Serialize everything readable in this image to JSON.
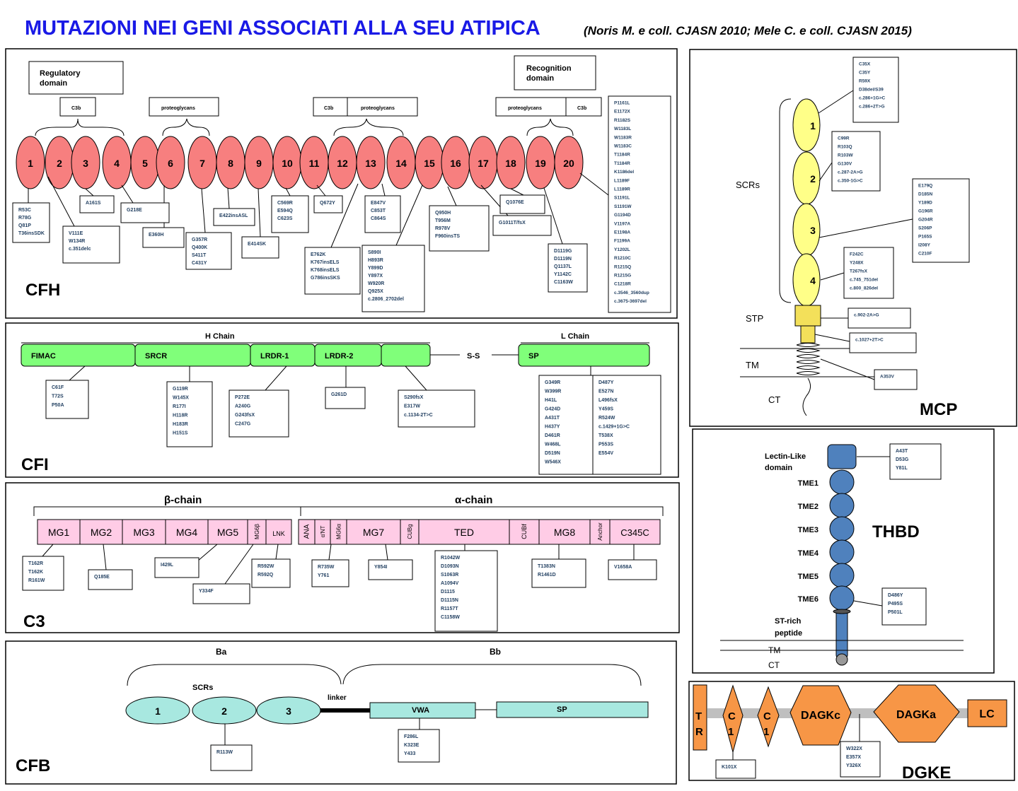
{
  "header": {
    "title": "MUTAZIONI NEI GENI ASSOCIATI ALLA SEU ATIPICA",
    "citation": "(Noris M. e coll. CJASN 2010; Mele C. e coll. CJASN 2015)"
  },
  "colors": {
    "title": "#1a1ae6",
    "cfh_scr": "#f77f7f",
    "cfi_domain": "#80ff7a",
    "c3_domain": "#ffcce6",
    "cfb_domain": "#a8e8e0",
    "mcp_scr": "#ffff88",
    "mcp_stp": "#f3e05a",
    "thbd": "#4f81bd",
    "dgke": "#f79646",
    "mut_text": "#1f3d5f"
  },
  "cfh": {
    "label": "CFH",
    "regulatory_domain": "Regulatory\ndomain",
    "recognition_domain": "Recognition\ndomain",
    "c3b": "C3b",
    "proteoglycans": "proteoglycans",
    "scrs": [
      "1",
      "2",
      "3",
      "4",
      "5",
      "6",
      "7",
      "8",
      "9",
      "10",
      "11",
      "12",
      "13",
      "14",
      "15",
      "16",
      "17",
      "18",
      "19",
      "20"
    ],
    "mutations": [
      "R53C\nR78G\nQ81P\nT36insSDK",
      "V111E\nW134R\nc.351delc",
      "A161S",
      "G218E",
      "E360H",
      "G357R\nQ400K\nS411T\nC431Y",
      "E422insASL",
      "E414SK",
      "C569R\nE594Q\nC623S",
      "Q672Y",
      "E762K\nK767insELS\nK768insELS\nG786insSKS",
      "E847V\nC853T\nC864S",
      "S890I\nH893R\nY899D\nY897X\nW920R\nQ925X\nc.2806_2702del",
      "Q950H\nT956M\nR978V\nF960insTS",
      "G1011T/fsX",
      "Q1076E",
      "D1119G\nD1119N\nQ1137L\nY1142C\nC1163W",
      "P1161L\nE1172X\nR1182S\nW1183L\nW1183R\nW1183C\nT1184R\nT1184R\nK1186del\nL1189F\nL1189R\nS1191L\nS1191W\nG1194D\nV1197A\nE1198A\nF1199A\nY1202L\nR1210C\nR1215Q\nR1215G\nC1218R\nc.3546_3560dup\nc.3675-3697del"
    ]
  },
  "cfi": {
    "label": "CFI",
    "h_chain": "H Chain",
    "l_chain": "L Chain",
    "ss": "S-S",
    "domains": [
      "FIMAC",
      "SRCR",
      "LRDR-1",
      "LRDR-2",
      "",
      "SP"
    ],
    "mutations": [
      "C61F\nT72S\nP50A",
      "G119R\nW145X\nR177I\nH118R\nH183R\nH151S",
      "P272E\nA240G\nG243fsX\nC247G",
      "G261D",
      "S290fsX\nE317W\nc.1134-2T>C",
      "G349R\nW399R\nH41L\nG424D\nA431T\nH437Y\nD461R\nW468L\nD519N\nW546X",
      "D487Y\nE527N\nL496fsX\nY459S\nR524W\nc.1429+1G>C\nT538X\nP553S\nE554V"
    ]
  },
  "c3": {
    "label": "C3",
    "beta_chain": "β-chain",
    "alpha_chain": "α-chain",
    "domains": [
      "MG1",
      "MG2",
      "MG3",
      "MG4",
      "MG5",
      "MG6β",
      "LNK",
      "ANA",
      "α'NT",
      "MG6α",
      "MG7",
      "CUBg",
      "TED",
      "CUBf",
      "MG8",
      "Anchor",
      "C345C"
    ],
    "mutations": [
      "T162R\nT162K\nR161W",
      "Q185E",
      "I429L",
      "Y334F",
      "R592W\nR592Q",
      "R735W\nY761",
      "Y854I",
      "R1042W\nD1093N\nS1063R\nA1094V\nD1115\nD1115N\nR1157T\nC1158W",
      "T1383N\nR1461D",
      "V1658A"
    ]
  },
  "cfb": {
    "label": "CFB",
    "ba": "Ba",
    "bb": "Bb",
    "scrs_label": "SCRs",
    "linker": "linker",
    "scrs": [
      "1",
      "2",
      "3"
    ],
    "vwa": "VWA",
    "sp": "SP",
    "mutations": [
      "R113W",
      "F286L\nK323E\nY433"
    ]
  },
  "mcp": {
    "label": "MCP",
    "scrs_label": "SCRs",
    "stp": "STP",
    "tm": "TM",
    "ct": "CT",
    "scrs": [
      "1",
      "2",
      "3",
      "4"
    ],
    "mutations": [
      "C35X\nC35Y\nR59X\nD38del/S39\nc.286+1G>C\nc.286+2T>G",
      "C99R\nR103Q\nR103W\nG130V\nc.287-2A>G\nc.350-1G>C",
      "E179Q\nD185N\nY189D\nG196R\nG204R\nS206P\nP165S\nI208Y\nC210F",
      "F242C\nY248X\nT267fsX\nc.745_751del\nc.800_826del",
      "c.902-2A>G",
      "c.1027+2T>C",
      "A353V"
    ]
  },
  "thbd": {
    "label": "THBD",
    "lectin": "Lectin-Like\ndomain",
    "tme": [
      "TME1",
      "TME2",
      "TME3",
      "TME4",
      "TME5",
      "TME6"
    ],
    "st_rich": "ST-rich\npeptide",
    "tm": "TM",
    "ct": "CT",
    "mutations": [
      "A43T\nD53G\nY81L",
      "D486Y\nP495S\nP501L"
    ]
  },
  "dgke": {
    "label": "DGKE",
    "tr": "T\nR",
    "c1a": "C\n1",
    "c1b": "C\n1",
    "dagkc": "DAGKc",
    "dagka": "DAGKa",
    "lc": "LC",
    "mutations": [
      "K101X",
      "W322X\nE357X\nY326X"
    ]
  }
}
